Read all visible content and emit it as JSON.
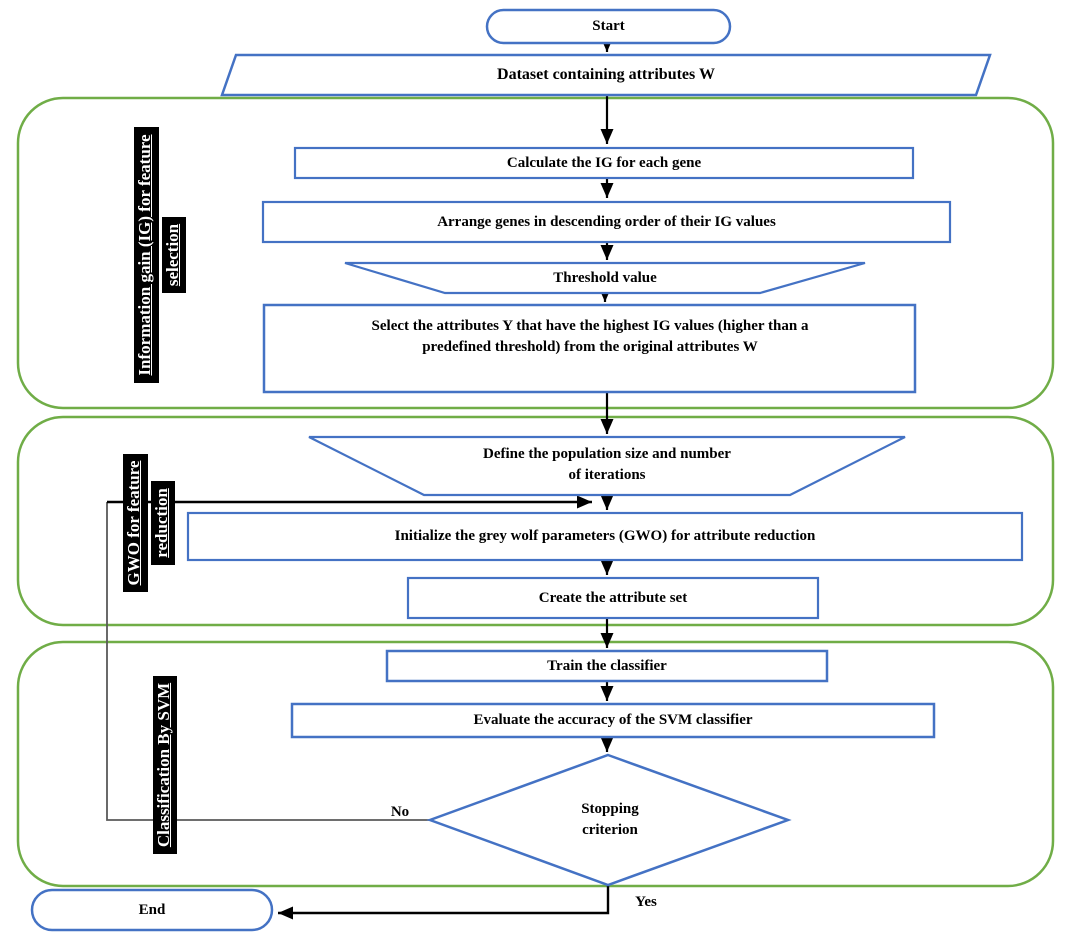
{
  "title": "IG-GWO-SVM flowchart",
  "colors": {
    "shape_border": "#4472C4",
    "section_border": "#70AD47",
    "arrow": "#000000",
    "loop_line": "#595959",
    "label_bg": "#000000",
    "label_fg": "#ffffff"
  },
  "nodes": {
    "start": "Start",
    "dataset": "Dataset containing attributes W",
    "calculate": "Calculate the IG for each gene",
    "arrange": "Arrange genes in descending order of their IG values",
    "threshold": "Threshold value",
    "select": "Select the attributes Y that have the highest IG values (higher than a\npredefined threshold) from the original attributes W",
    "define": "Define the population size and number\nof iterations",
    "initialize": "Initialize the grey wolf parameters (GWO) for attribute reduction",
    "create": "Create the attribute set",
    "train": "Train the classifier",
    "evaluate": "Evaluate the accuracy of the SVM classifier",
    "stopping": "Stopping\ncriterion",
    "end": "End"
  },
  "sections": [
    {
      "label_line1": "Information gain (IG) for feature",
      "label_line2": "selection"
    },
    {
      "label_line1": "GWO for feature",
      "label_line2": "reduction"
    },
    {
      "label_line1": "Classification By SVM",
      "label_line2": ""
    }
  ],
  "edges": {
    "no_label": "No",
    "yes_label": "Yes"
  }
}
